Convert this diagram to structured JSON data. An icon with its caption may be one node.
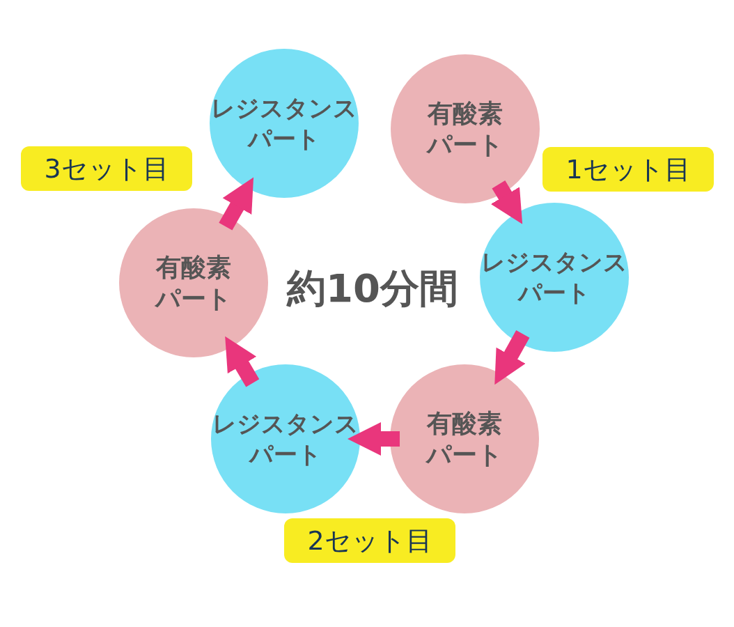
{
  "diagram": {
    "nodes": [
      {
        "text": [
          "有酸素パート"
        ]
      },
      {
        "text": [
          "レジスタンスパート"
        ]
      },
      {
        "text": [
          "有酸素パート"
        ]
      },
      {
        "text": [
          "レジスタンスパート"
        ]
      },
      {
        "text": [
          "有酸素パート"
        ]
      },
      {
        "text": [
          "レジスタンスパート"
        ]
      },
      {
        "text": [
          "3セット目"
        ]
      },
      {
        "text": [
          "1セット目"
        ]
      },
      {
        "text": [
          "2セット目"
        ]
      }
    ],
    "edges": [
      {
        "from": 0,
        "to": 1,
        "arrow": "to"
      },
      {
        "from": 1,
        "to": 2,
        "arrow": "to"
      },
      {
        "from": 2,
        "to": 3,
        "arrow": "to"
      },
      {
        "from": 3,
        "to": 4,
        "arrow": "to"
      },
      {
        "from": 4,
        "to": 5,
        "arrow": "to"
      }
    ],
    "labels": [
      "約10分間"
    ]
  }
}
